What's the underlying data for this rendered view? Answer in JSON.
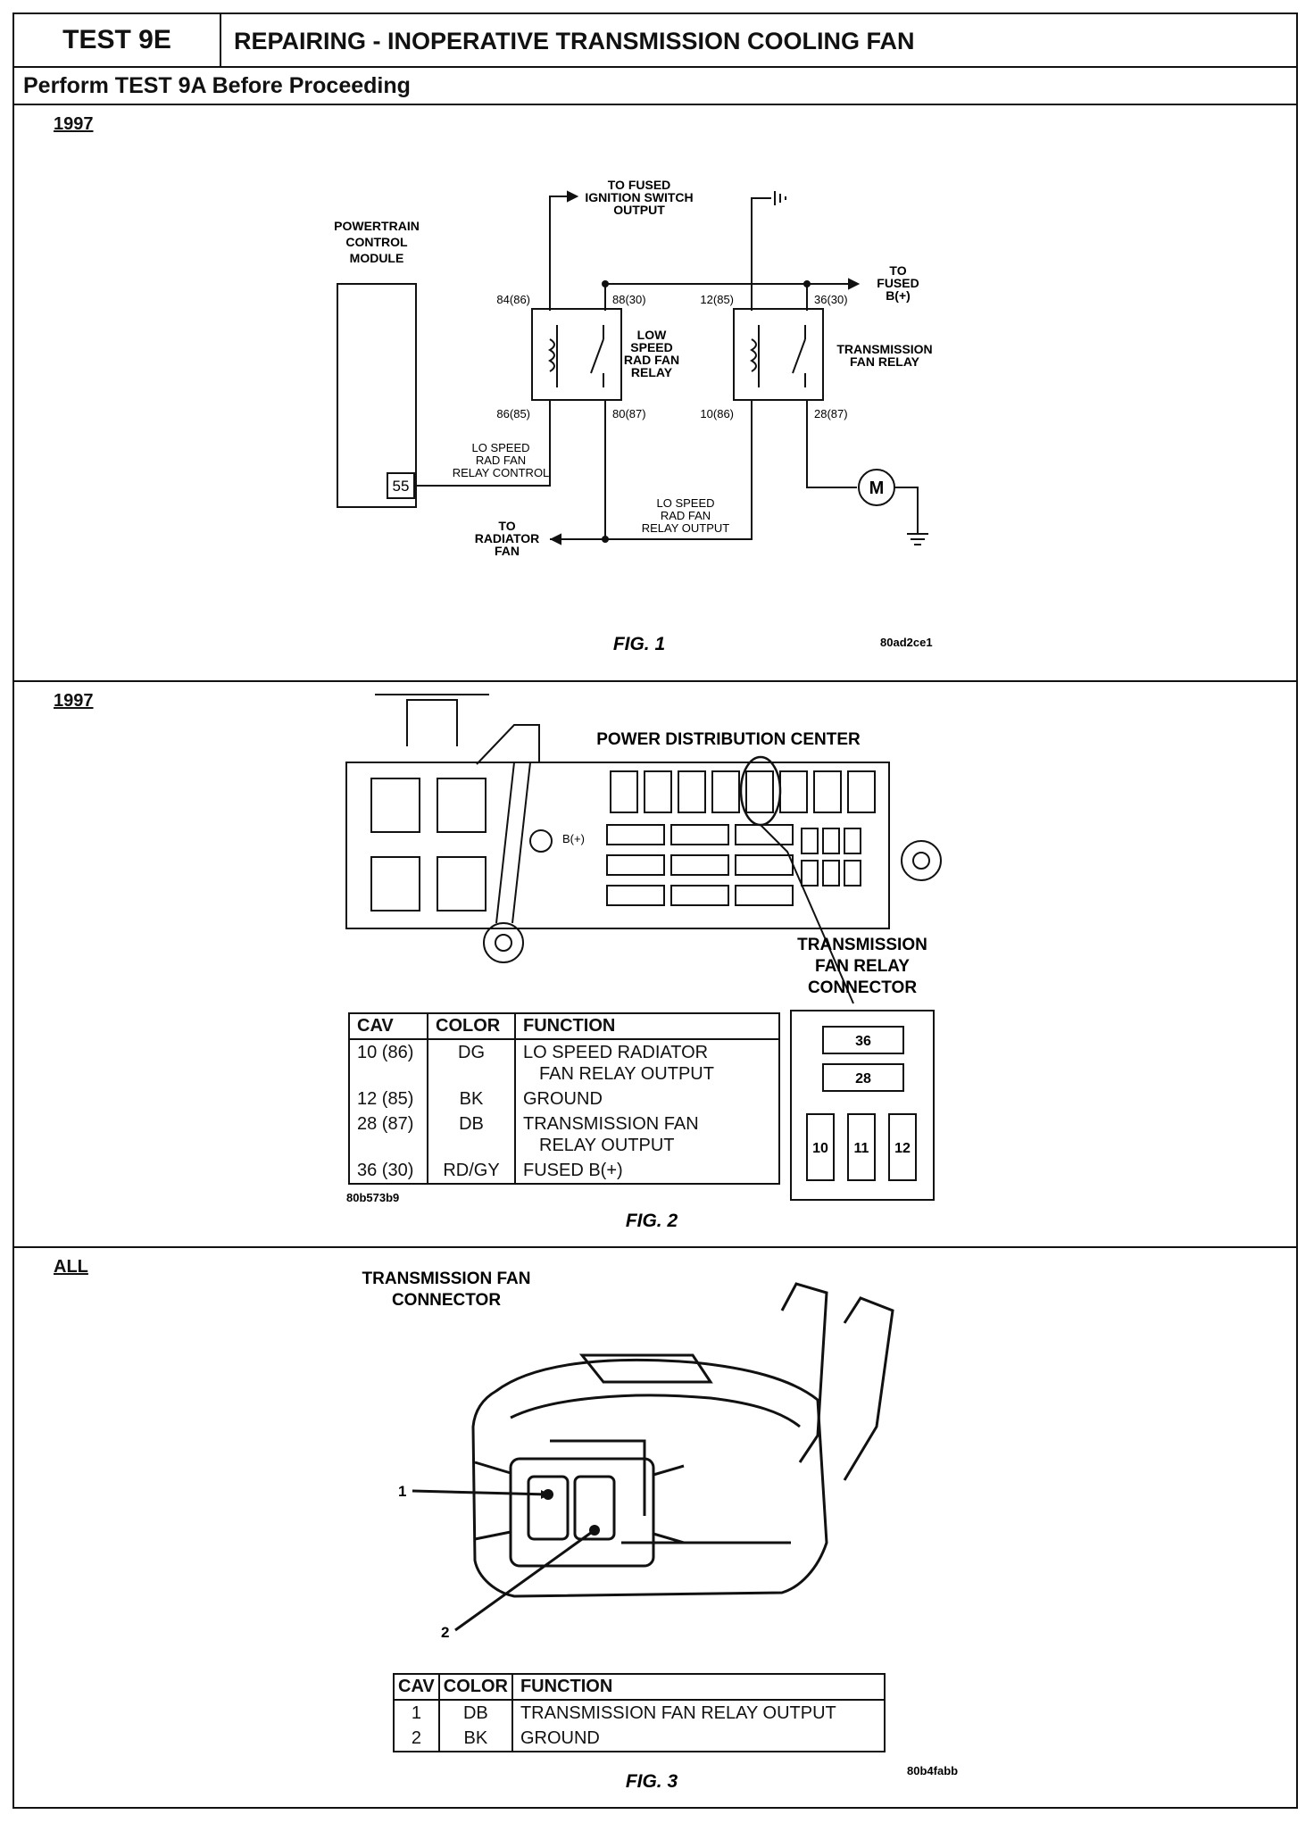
{
  "header": {
    "test_id": "TEST 9E",
    "title": "REPAIRING - INOPERATIVE TRANSMISSION COOLING FAN",
    "subtitle": "Perform TEST 9A Before Proceeding"
  },
  "fig1": {
    "year": "1997",
    "pcm_label_1": "POWERTRAIN",
    "pcm_label_2": "CONTROL",
    "pcm_label_3": "MODULE",
    "pcm_pin": "55",
    "ign_1": "TO FUSED",
    "ign_2": "IGNITION SWITCH",
    "ign_3": "OUTPUT",
    "fused_1": "TO",
    "fused_2": "FUSED",
    "fused_3": "B(+)",
    "low_1": "LOW",
    "low_2": "SPEED",
    "low_3": "RAD FAN",
    "low_4": "RELAY",
    "trans_1": "TRANSMISSION",
    "trans_2": "FAN RELAY",
    "pin_84": "84(86)",
    "pin_88": "88(30)",
    "pin_12": "12(85)",
    "pin_36": "36(30)",
    "pin_86": "86(85)",
    "pin_80": "80(87)",
    "pin_10": "10(86)",
    "pin_28": "28(87)",
    "lo_ctrl_1": "LO SPEED",
    "lo_ctrl_2": "RAD FAN",
    "lo_ctrl_3": "RELAY CONTROL",
    "lo_out_1": "LO SPEED",
    "lo_out_2": "RAD FAN",
    "lo_out_3": "RELAY OUTPUT",
    "rad_1": "TO",
    "rad_2": "RADIATOR",
    "rad_3": "FAN",
    "motor": "M",
    "caption": "FIG. 1",
    "code": "80ad2ce1"
  },
  "fig2": {
    "year": "1997",
    "title": "POWER DISTRIBUTION CENTER",
    "bplus": "B(+)",
    "conn_1": "TRANSMISSION",
    "conn_2": "FAN RELAY",
    "conn_3": "CONNECTOR",
    "conn_pins": [
      "36",
      "28",
      "10",
      "11",
      "12"
    ],
    "table": {
      "headers": [
        "CAV",
        "COLOR",
        "FUNCTION"
      ],
      "rows": [
        {
          "cav": "10 (86)",
          "color": "DG",
          "f1": "LO SPEED RADIATOR",
          "f2": "FAN RELAY OUTPUT"
        },
        {
          "cav": "12 (85)",
          "color": "BK",
          "f1": "GROUND",
          "f2": ""
        },
        {
          "cav": "28 (87)",
          "color": "DB",
          "f1": "TRANSMISSION FAN",
          "f2": "RELAY OUTPUT"
        },
        {
          "cav": "36 (30)",
          "color": "RD/GY",
          "f1": "FUSED B(+)",
          "f2": ""
        }
      ]
    },
    "code": "80b573b9",
    "caption": "FIG. 2"
  },
  "fig3": {
    "year": "ALL",
    "title_1": "TRANSMISSION FAN",
    "title_2": "CONNECTOR",
    "callout_1": "1",
    "callout_2": "2",
    "table": {
      "headers": [
        "CAV",
        "COLOR",
        "FUNCTION"
      ],
      "rows": [
        {
          "cav": "1",
          "color": "DB",
          "func": "TRANSMISSION FAN RELAY OUTPUT"
        },
        {
          "cav": "2",
          "color": "BK",
          "func": "GROUND"
        }
      ]
    },
    "caption": "FIG. 3",
    "code": "80b4fabb"
  }
}
